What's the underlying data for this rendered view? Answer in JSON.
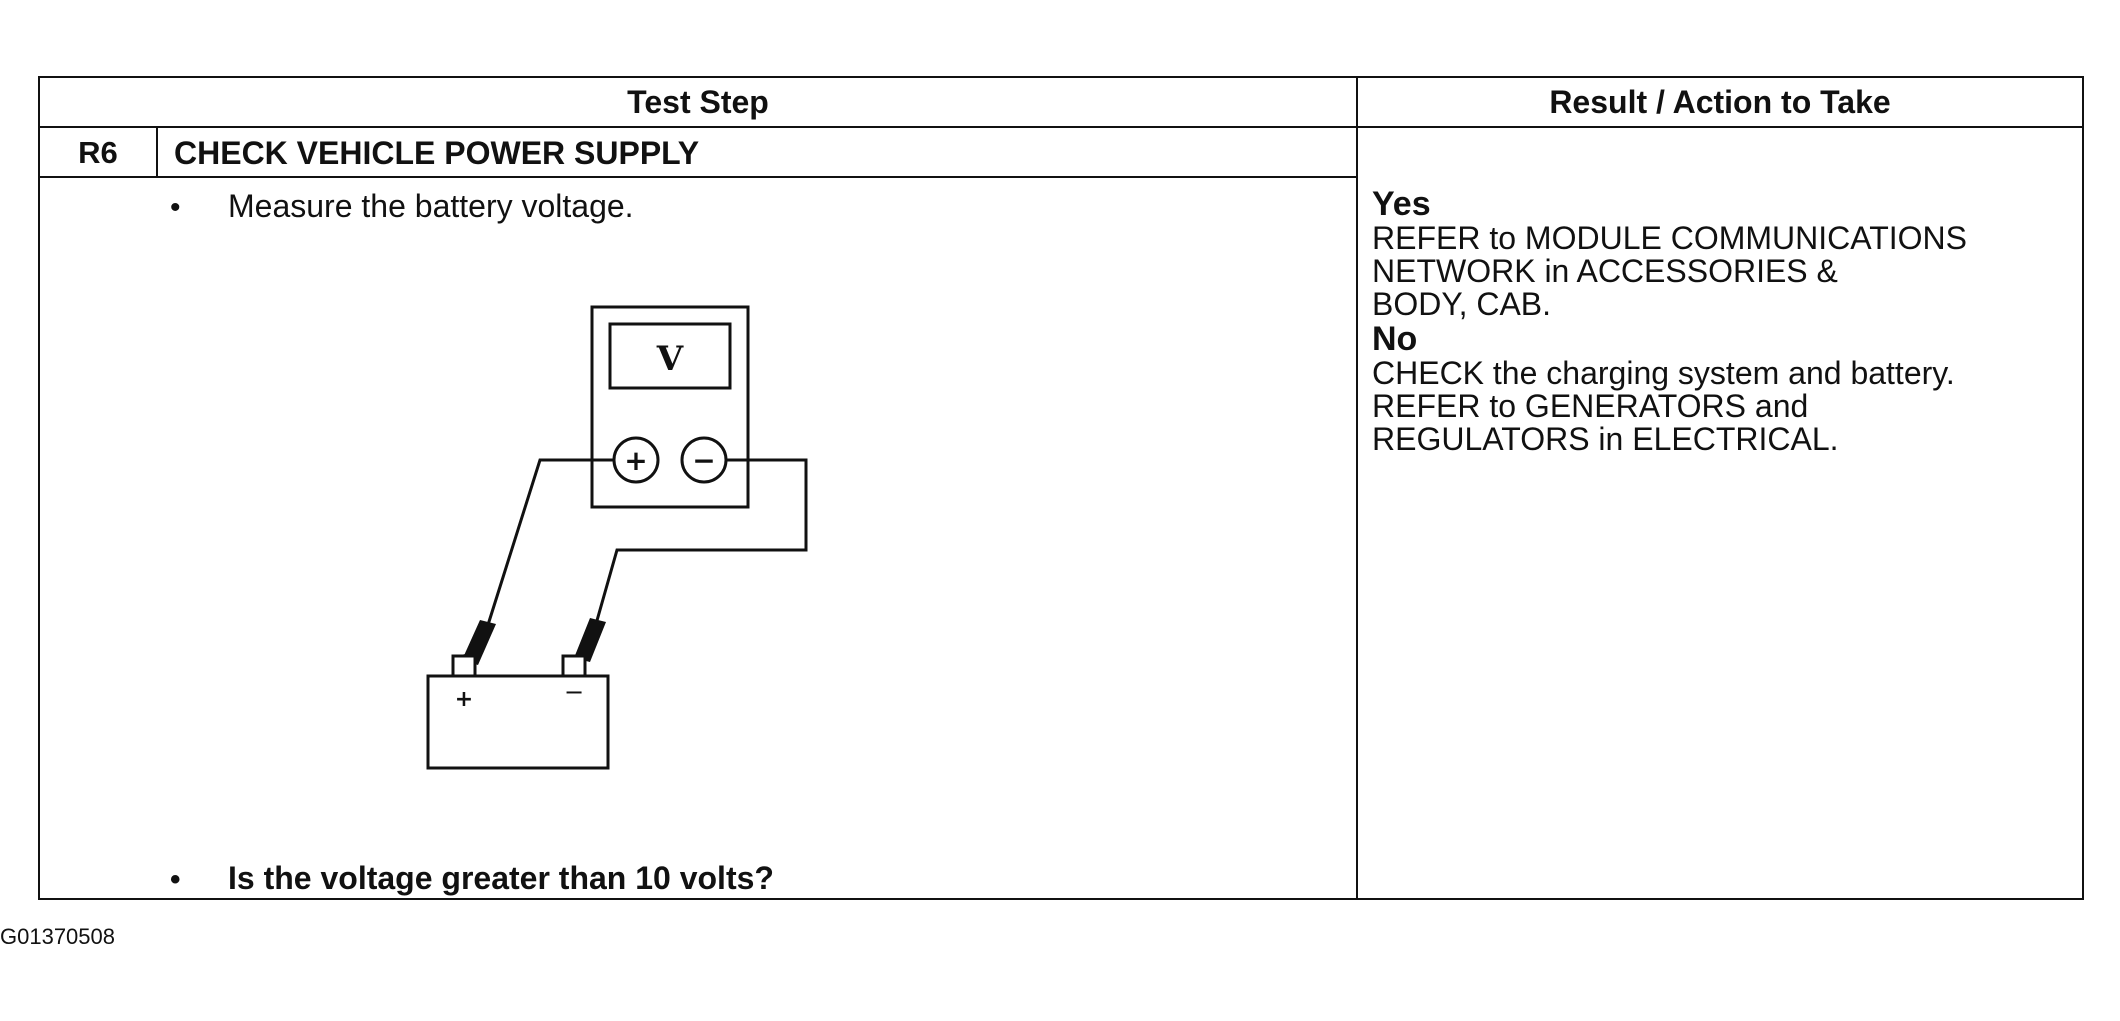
{
  "table": {
    "header_step": "Test Step",
    "header_result": "Result / Action to Take"
  },
  "step": {
    "id": "R6",
    "title": "CHECK VEHICLE POWER SUPPLY",
    "bullet1": "Measure the battery voltage.",
    "bullet2": "Is the voltage greater than 10 volts?",
    "bullet_glyph": "•"
  },
  "meter": {
    "display_label": "V",
    "plus_label": "+",
    "minus_label": "−"
  },
  "battery": {
    "plus_label": "+",
    "minus_label": "−"
  },
  "result": {
    "yes_label": "Yes",
    "yes_refer_keyword": "REFER",
    "yes_line1_rest": " to MODULE COMMUNICATIONS",
    "yes_line2": "NETWORK in ACCESSORIES &",
    "yes_line3": "BODY, CAB.",
    "no_label": "No",
    "no_check_keyword": "CHECK",
    "no_line1_rest": " the charging system and battery.",
    "no_refer_keyword": "REFER to",
    "no_line2_rest": " GENERATORS and",
    "no_line3": "REGULATORS in ELECTRICAL."
  },
  "figure_code": "G01370508"
}
